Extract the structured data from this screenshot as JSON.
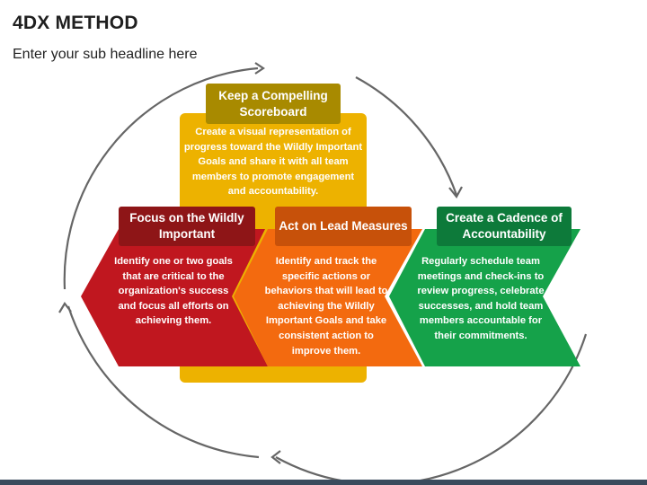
{
  "header": {
    "title": "4DX METHOD",
    "subtitle": "Enter your sub headline here"
  },
  "colors": {
    "scoreboard_fill": "#EDB200",
    "scoreboard_label": "#A88A00",
    "focus_fill": "#C0171F",
    "focus_label": "#8E1517",
    "lead_fill": "#F36A0F",
    "lead_label": "#C7510A",
    "cadence_fill": "#15A24A",
    "cadence_label": "#0D7A3A",
    "cycle_arrow": "#666666",
    "bottom_bar": "#3A4A5C"
  },
  "disciplines": {
    "scoreboard": {
      "title": "Keep a Compelling Scoreboard",
      "description": "Create a visual representation of progress toward the Wildly Important Goals and share it with all team members to promote engagement and accountability."
    },
    "focus": {
      "title": "Focus on the Wildly Important",
      "description": "Identify one or two goals that are critical to the organization's success and focus all efforts on achieving them."
    },
    "lead": {
      "title": "Act on Lead Measures",
      "description": "Identify and track the specific actions or behaviors that will lead to achieving the Wildly Important Goals and take consistent action to improve them."
    },
    "cadence": {
      "title": "Create a Cadence of Accountability",
      "description": "Regularly schedule team meetings and check-ins to review progress, celebrate successes, and hold team members accountable for their commitments."
    }
  }
}
